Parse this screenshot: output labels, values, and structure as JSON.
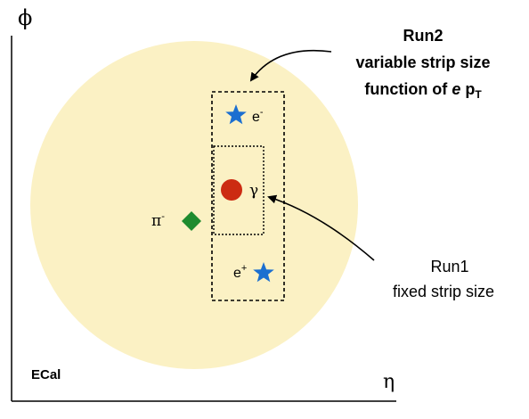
{
  "axes": {
    "y_label": "ϕ",
    "x_label": "η"
  },
  "calorimeter_label": "ECal",
  "run2": {
    "title": "Run2",
    "line1": "variable strip size",
    "line2_prefix": "function of ",
    "line2_e": "e",
    "line2_p": " p",
    "line2_sub": "T"
  },
  "run1": {
    "title": "Run1",
    "subtitle": "fixed strip size"
  },
  "particles": {
    "electron_minus": {
      "base": "e",
      "sup": "-"
    },
    "electron_plus": {
      "base": "e",
      "sup": "+"
    },
    "photon": {
      "base": "γ"
    },
    "pion": {
      "base": "π",
      "sup": "-"
    }
  },
  "colors": {
    "ecal_fill": "#fbf1c4",
    "star": "#1b6fd0",
    "photon": "#cc2b12",
    "pion": "#1e8b2e",
    "axis": "#000000"
  }
}
